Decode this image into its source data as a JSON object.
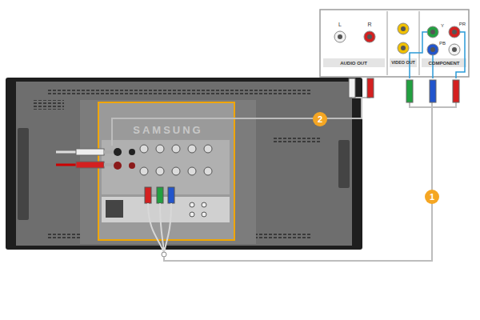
{
  "diagram": {
    "labels": [
      "SAMSUNG",
      "L",
      "R",
      "AUDIO OUT",
      "VIDEO OUT",
      "Y",
      "PB",
      "PR",
      "COMPONENT",
      "2",
      "1"
    ]
  }
}
